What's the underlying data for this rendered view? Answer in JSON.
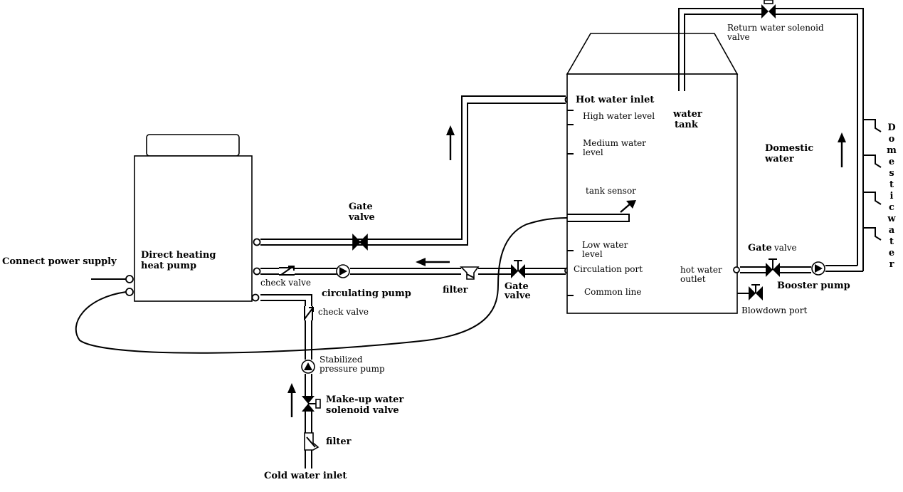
{
  "labels": {
    "connect_power": "Connect power supply",
    "heat_pump_line1": "Direct heating",
    "heat_pump_line2": "heat pump",
    "gate_valve_top_1": "Gate",
    "gate_valve_top_2": "valve",
    "check_valve_1": "check valve",
    "circulating_pump": "circulating pump",
    "filter_1": "filter",
    "gate_valve_mid_1": "Gate",
    "gate_valve_mid_2": "valve",
    "check_valve_2": "check valve",
    "stabilized_1": "Stabilized",
    "stabilized_2": "pressure pump",
    "makeup_1": "Make-up water",
    "makeup_2": "solenoid valve",
    "filter_2": "filter",
    "cold_water_inlet": "Cold water inlet",
    "hot_water_inlet": "Hot water inlet",
    "high_level": "High water level",
    "medium_1": "Medium water",
    "medium_2": "level",
    "tank_sensor": "tank sensor",
    "low_1": "Low water",
    "low_2": "level",
    "circulation_port": "Circulation port",
    "common_line": "Common line",
    "water_tank_1": "water",
    "water_tank_2": "tank",
    "return_1": "Return water solenoid",
    "return_2": "valve",
    "domestic_1": "Domestic",
    "domestic_2": "water",
    "domestic_vertical": "Domesticwater",
    "hot_outlet_1": "hot water",
    "hot_outlet_2": "outlet",
    "gate_valve_right_1": "Gate",
    "gate_valve_right_2": "valve",
    "booster_pump": "Booster pump",
    "blowdown_port": "Blowdown port"
  }
}
